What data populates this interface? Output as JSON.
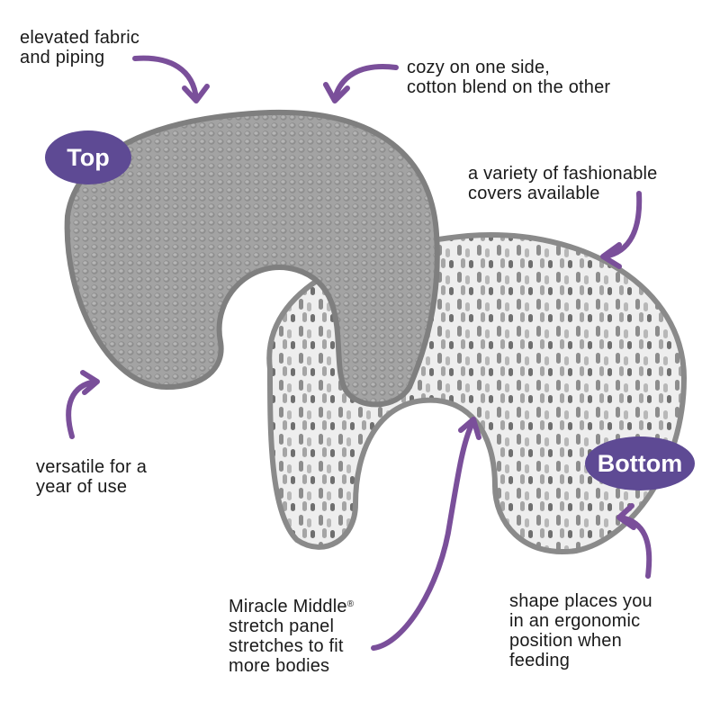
{
  "colors": {
    "accent": "#6b4f9f",
    "arrow": "#7a4f9a",
    "badge": "#5e4a94",
    "top_fabric": "#9b9b9b",
    "bottom_fabric": "#e8e8e8",
    "piping": "#8a8a8a"
  },
  "badges": {
    "top": "Top",
    "bottom": "Bottom"
  },
  "callouts": {
    "elevated": {
      "line1": "elevated fabric",
      "line2": "and piping"
    },
    "cozy": {
      "line1": "cozy on one side,",
      "line2": "cotton blend on the other"
    },
    "variety": {
      "line1": "a variety of fashionable",
      "line2": "covers available"
    },
    "versatile": {
      "line1": "versatile for a",
      "line2": "year of use"
    },
    "miracle": {
      "line1": "Miracle Middle",
      "mark": "®",
      "line2": "stretch panel",
      "line3": "stretches to fit",
      "line4": "more bodies"
    },
    "shape": {
      "line1": "shape places you",
      "line2": "in an ergonomic",
      "line3": "position when",
      "line4": "feeding"
    }
  }
}
